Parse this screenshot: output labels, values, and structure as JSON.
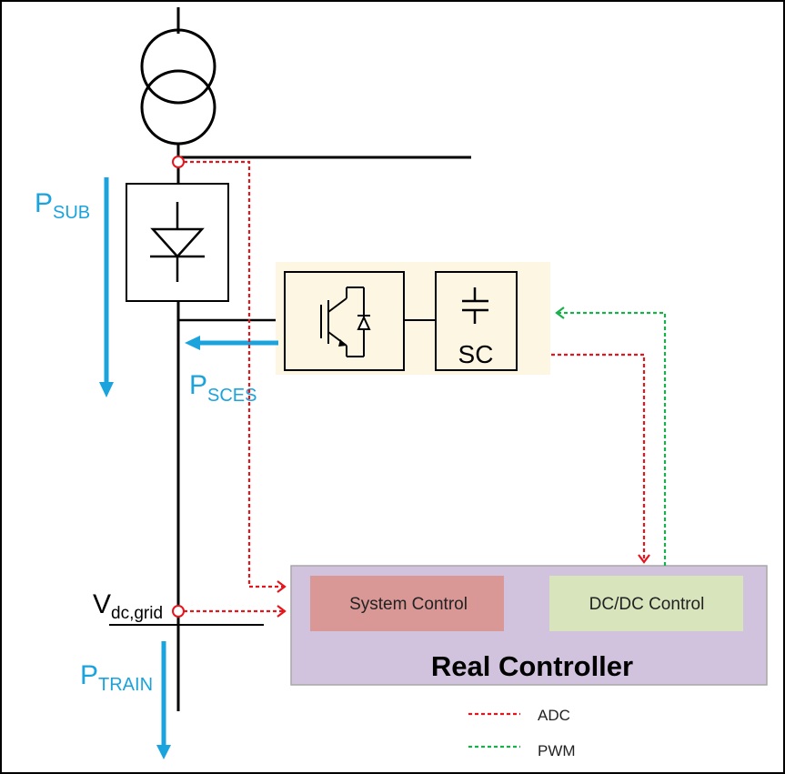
{
  "labels": {
    "p_sub_main": "P",
    "p_sub_sub": "SUB",
    "p_sces_main": "P",
    "p_sces_sub": "SCES",
    "p_train_main": "P",
    "p_train_sub": "TRAIN",
    "v_main": "V",
    "v_sub": "dc,grid",
    "sc": "SC"
  },
  "controller": {
    "title": "Real Controller",
    "system_control": "System Control",
    "dcdc_control": "DC/DC Control"
  },
  "legend": {
    "adc": "ADC",
    "pwm": "PWM"
  },
  "colors": {
    "arrow_blue": "#1aa3dd",
    "adc_red": "#e8141c",
    "pwm_green": "#18b04a",
    "controller_bg": "#d1c2dd",
    "system_control_bg": "#d99896",
    "dcdc_control_bg": "#d8e4bc",
    "converter_bg": "#fdf6e3"
  }
}
